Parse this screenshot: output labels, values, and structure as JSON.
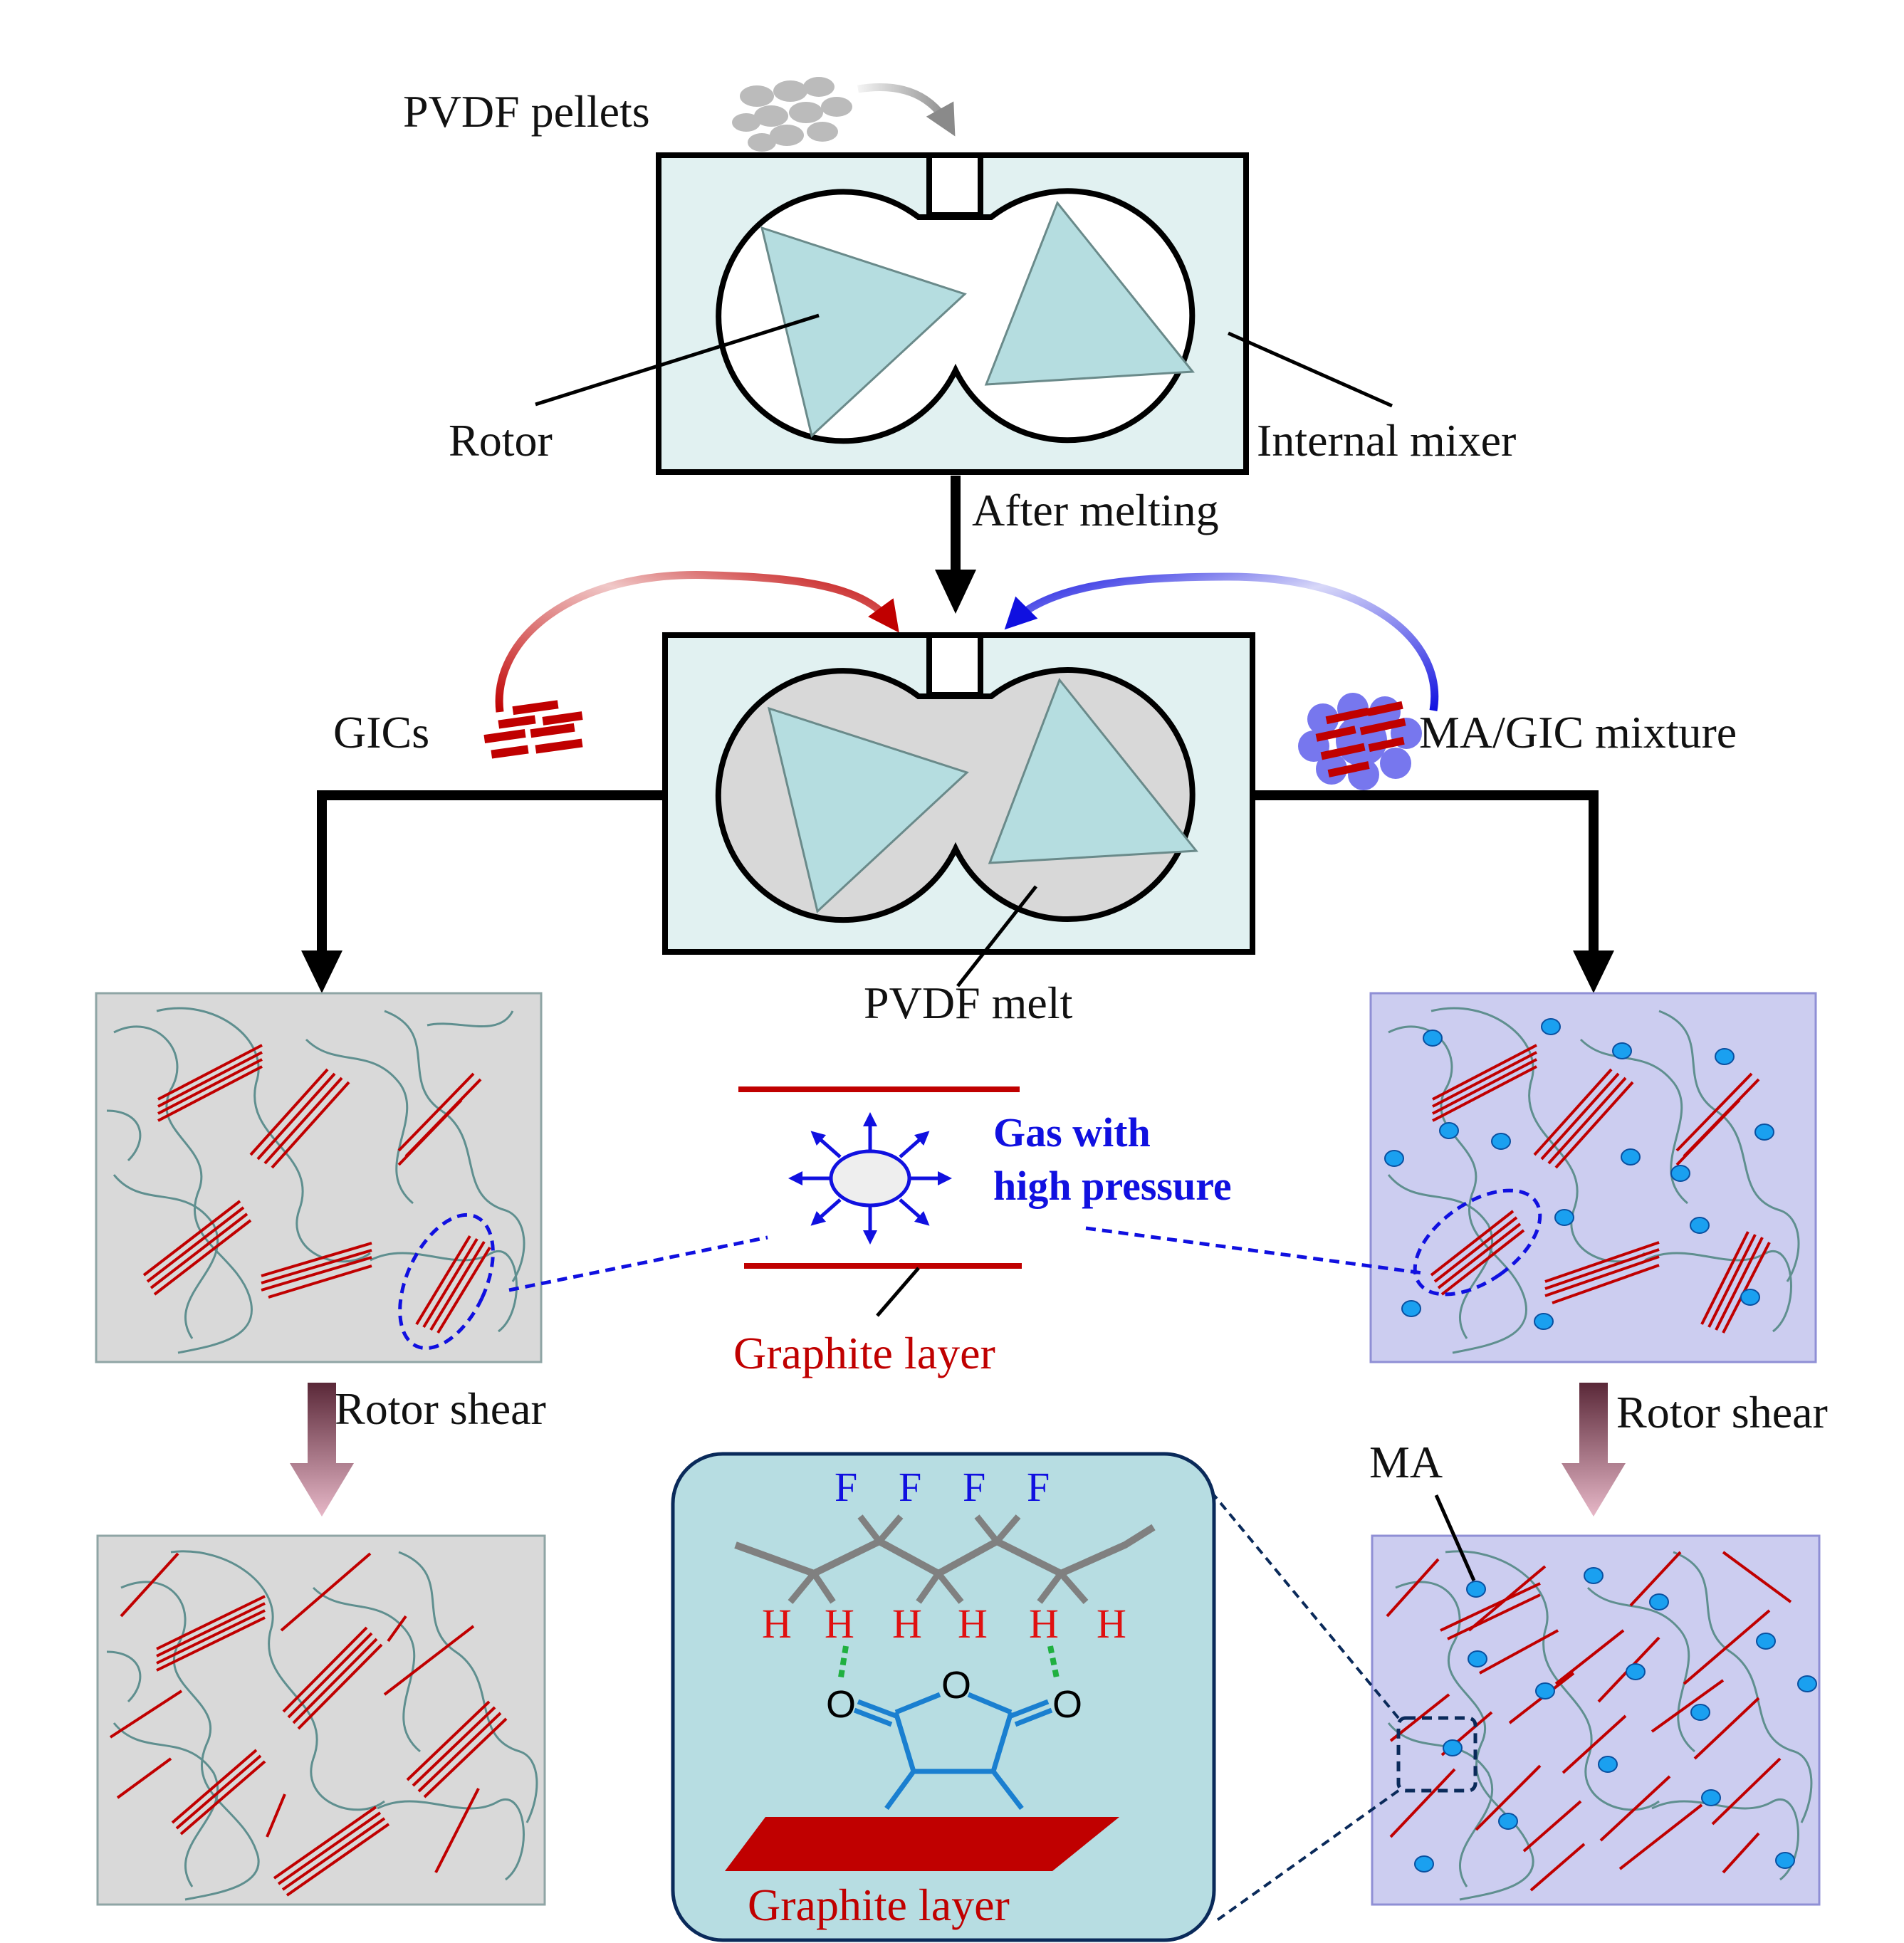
{
  "labels": {
    "pvdf_pellets": "PVDF pellets",
    "rotor": "Rotor",
    "internal_mixer": "Internal  mixer",
    "after_melting": "After melting",
    "gics": "GICs",
    "ma_gic_mixture": "MA/GIC  mixture",
    "pvdf_melt": "PVDF melt",
    "gas_line1": "Gas with",
    "gas_line2": "high pressure",
    "graphite_layer_mid": "Graphite  layer",
    "rotor_shear_left": "Rotor shear",
    "rotor_shear_right": "Rotor shear",
    "ma": "MA",
    "graphite_layer_inset": "Graphite  layer"
  },
  "molecule": {
    "fluorines": [
      "F",
      "F",
      "F",
      "F"
    ],
    "hydrogens": [
      "H",
      "H",
      "H",
      "H",
      "H",
      "H"
    ],
    "oxygens": [
      "O",
      "O",
      "O"
    ]
  },
  "colors": {
    "mixer_fill": "#e1f1f1",
    "rotor_fill": "#b5dde0",
    "melt_fill": "#d8d8d8",
    "gray_panel": "#d9d9d9",
    "purple_panel": "#cccdf0",
    "graphite_red": "#c00000",
    "ma_blue": "#1aa0f0",
    "chain_gray": "#5f8f8f",
    "inset_fill": "#b7dde2"
  }
}
